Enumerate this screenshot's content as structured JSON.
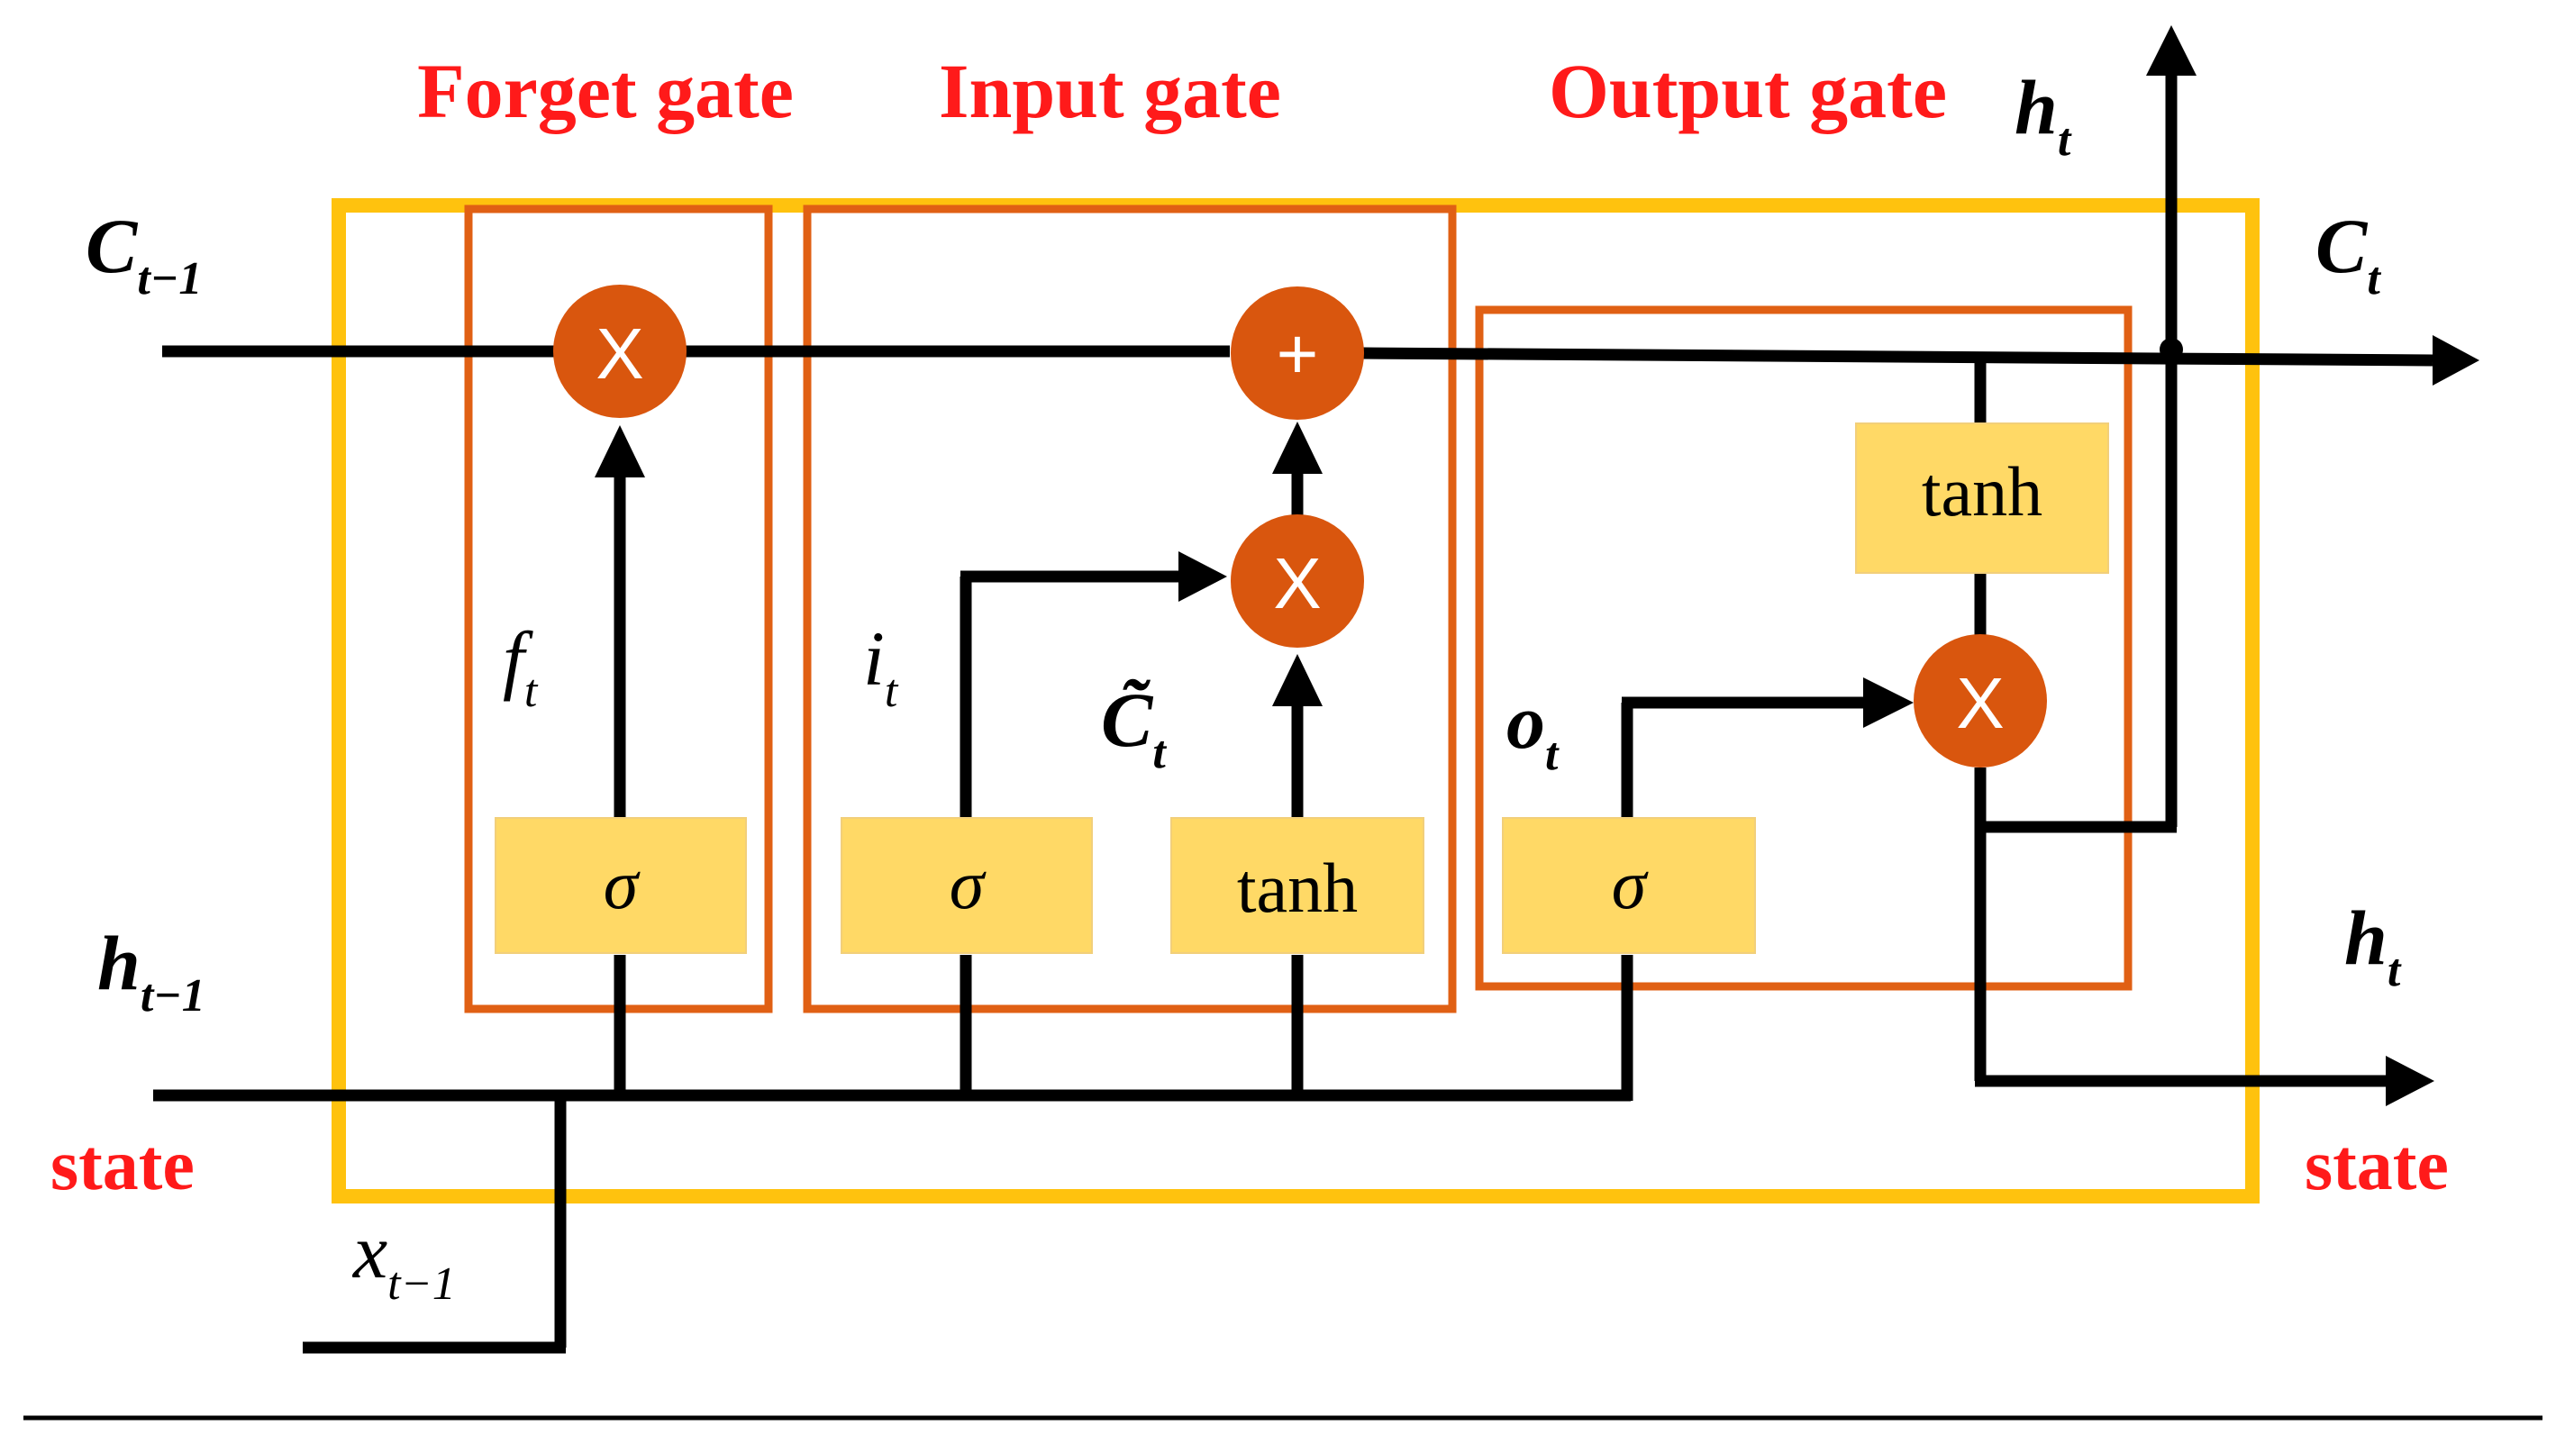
{
  "gates": {
    "forget": "Forget gate",
    "input": "Input gate",
    "output": "Output gate"
  },
  "variables": {
    "c_prev": {
      "main": "C",
      "sub": "t−1"
    },
    "c_next": {
      "main": "C",
      "sub": "t"
    },
    "h_top": {
      "main": "h",
      "sub": "t"
    },
    "h_prev": {
      "main": "h",
      "sub": "t−1"
    },
    "h_next": {
      "main": "h",
      "sub": "t"
    },
    "x_prev": {
      "main": "x",
      "sub": "t−1"
    },
    "f": {
      "main": "f",
      "sub": "t"
    },
    "i": {
      "main": "i",
      "sub": "t"
    },
    "c_tilde": {
      "main": "C̃",
      "sub": "t"
    },
    "o": {
      "main": "o",
      "sub": "t"
    }
  },
  "state_labels": {
    "left": "state",
    "right": "state"
  },
  "activations": {
    "sigma": "σ",
    "tanh": "tanh"
  },
  "operators": {
    "multiply": "X",
    "add": "+"
  },
  "colors": {
    "gate_title": "#ff1a1a",
    "gate_border": "#e06014",
    "cell_border": "#ffc20e",
    "activation_fill": "#ffd966",
    "operator_fill": "#d9560e",
    "line": "#000000"
  }
}
